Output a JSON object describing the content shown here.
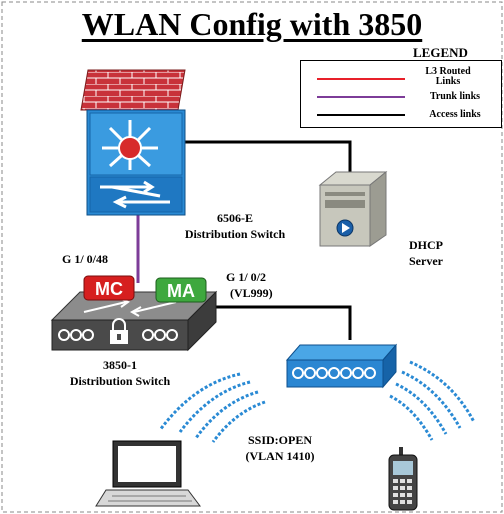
{
  "title": "WLAN Config with 3850",
  "legend": {
    "title": "LEGEND",
    "items": [
      {
        "label": "L3 Routed Links",
        "color": "#e8202a"
      },
      {
        "label": "Trunk links",
        "color": "#7d3c98"
      },
      {
        "label": "Access links",
        "color": "#000000"
      }
    ]
  },
  "dist_switch": {
    "name": "6506-E",
    "role": "Distribution Switch"
  },
  "dhcp": {
    "line1": "DHCP",
    "line2": "Server"
  },
  "uplink_port": "G 1/ 0/48",
  "access_port": {
    "port": "G 1/ 0/2",
    "vlan": "(VL999)"
  },
  "access_switch": {
    "name": "3850-1",
    "role": "Distribution Switch",
    "badge_mc": "MC",
    "badge_ma": "MA"
  },
  "ssid": {
    "name": "SSID:OPEN",
    "vlan": "(VLAN 1410)"
  },
  "colors": {
    "trunk": "#7d3c98",
    "access": "#000000",
    "firewall": "#c0392b",
    "switch_blue": "#2a8ad4",
    "mc": "#d61f1f",
    "ma": "#3ea83e"
  }
}
